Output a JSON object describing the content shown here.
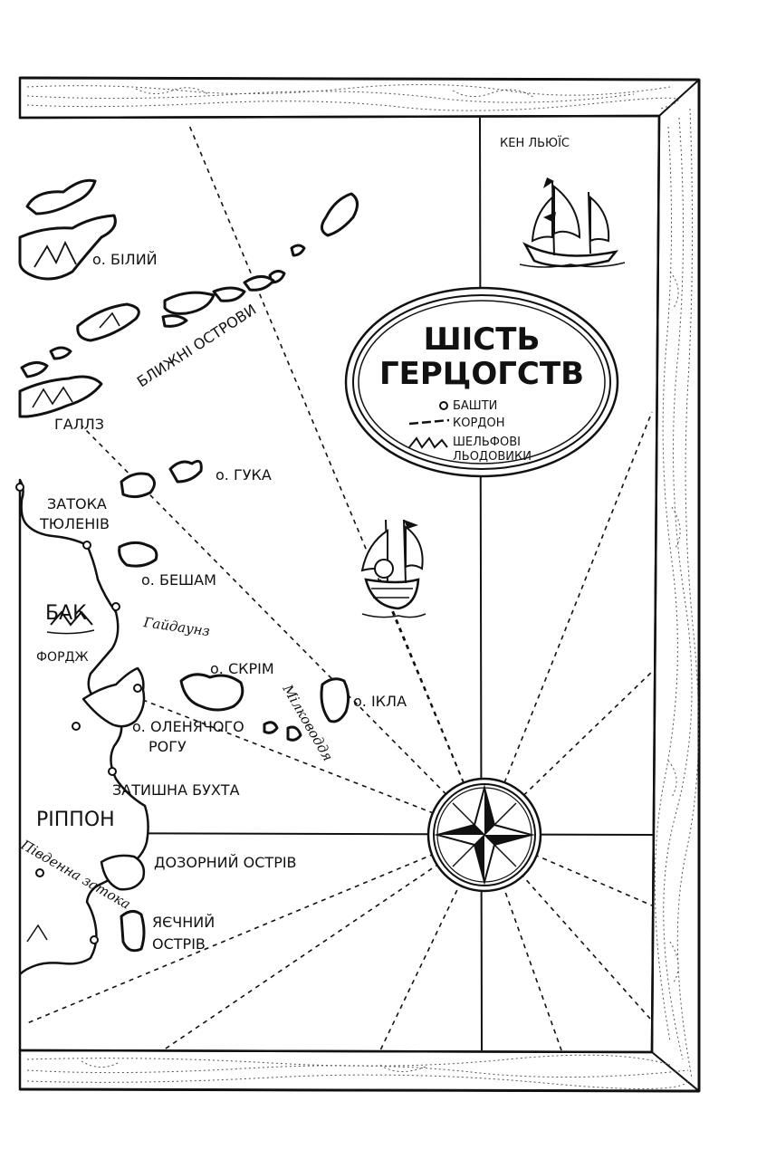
{
  "title": {
    "line1": "ШІСТЬ",
    "line2": "ГЕРЦОГСТВ"
  },
  "legend": {
    "towers": "БАШТИ",
    "border": "КОРДОН",
    "glaciers_line1": "ШЕЛЬФОВІ",
    "glaciers_line2": "ЛЬОДОВИКИ"
  },
  "labels": {
    "ken_lyuis": "КЕН ЛЬЮЇС",
    "bilyi": "о. БІЛИЙ",
    "blyzhni": "БЛИЖНІ ОСТРОВИ",
    "gallz": "ГАЛЛЗ",
    "guka": "о. ГУКА",
    "zatoka1": "ЗАТОКА",
    "zatoka2": "ТЮЛЕНІВ",
    "besham": "о. БЕШАМ",
    "bak": "БАК",
    "gaidauns": "Гайдаунз",
    "fordzh": "ФОРДЖ",
    "skrim": "о. СКРІМ",
    "ikla": "о. ІКЛА",
    "millovoddya": "Мілководдя",
    "olenyachogo1": "о. ОЛЕНЯЧОГО",
    "olenyachogo2": "РОГУ",
    "zatyshna": "ЗАТИШНА БУХТА",
    "rippon": "РІППОН",
    "pivdenna": "Південна затока",
    "dozornyi": "ДОЗОРНИЙ ОСТРІВ",
    "yaechnyi1": "ЯЄЧНИЙ",
    "yaechnyi2": "ОСТРІВ"
  },
  "icons": {
    "compass": "compass-rose-icon",
    "ship_north": "sailing-ship-icon",
    "ship_mid": "sailing-ship-icon",
    "tower": "tower-marker-icon",
    "glacier": "glacier-icon"
  },
  "colors": {
    "ink": "#111111",
    "paper": "#ffffff"
  }
}
